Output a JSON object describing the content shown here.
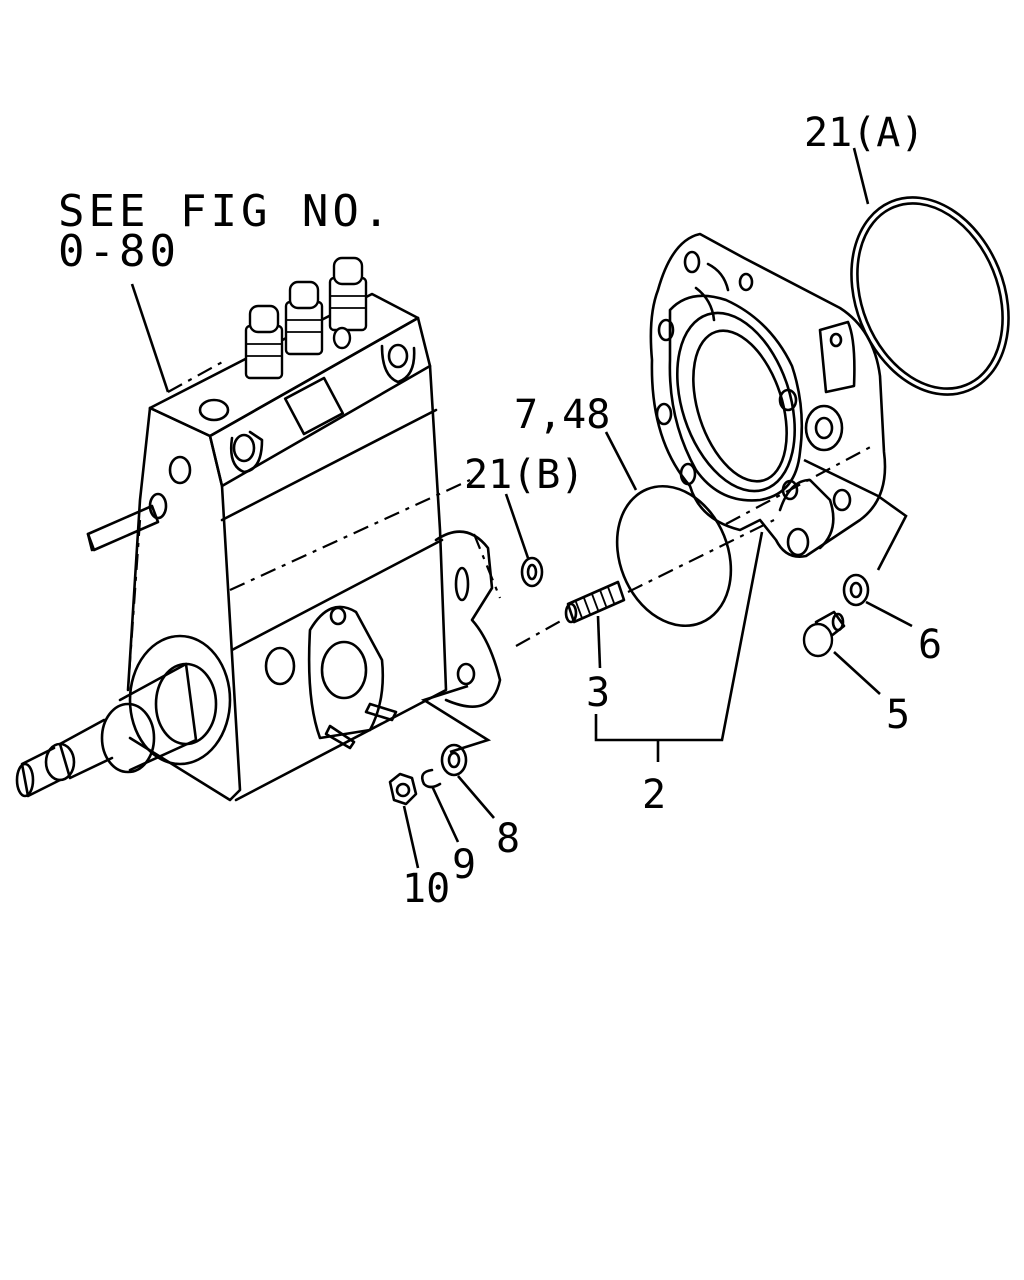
{
  "reference": {
    "line1": "SEE FIG NO.",
    "line2": "0-80"
  },
  "callouts": {
    "c21a": "21(A)",
    "c21b": "21(B)",
    "c748": "7,48",
    "c3": "3",
    "c2": "2",
    "c6": "6",
    "c5": "5",
    "c8": "8",
    "c9": "9",
    "c10": "10"
  }
}
